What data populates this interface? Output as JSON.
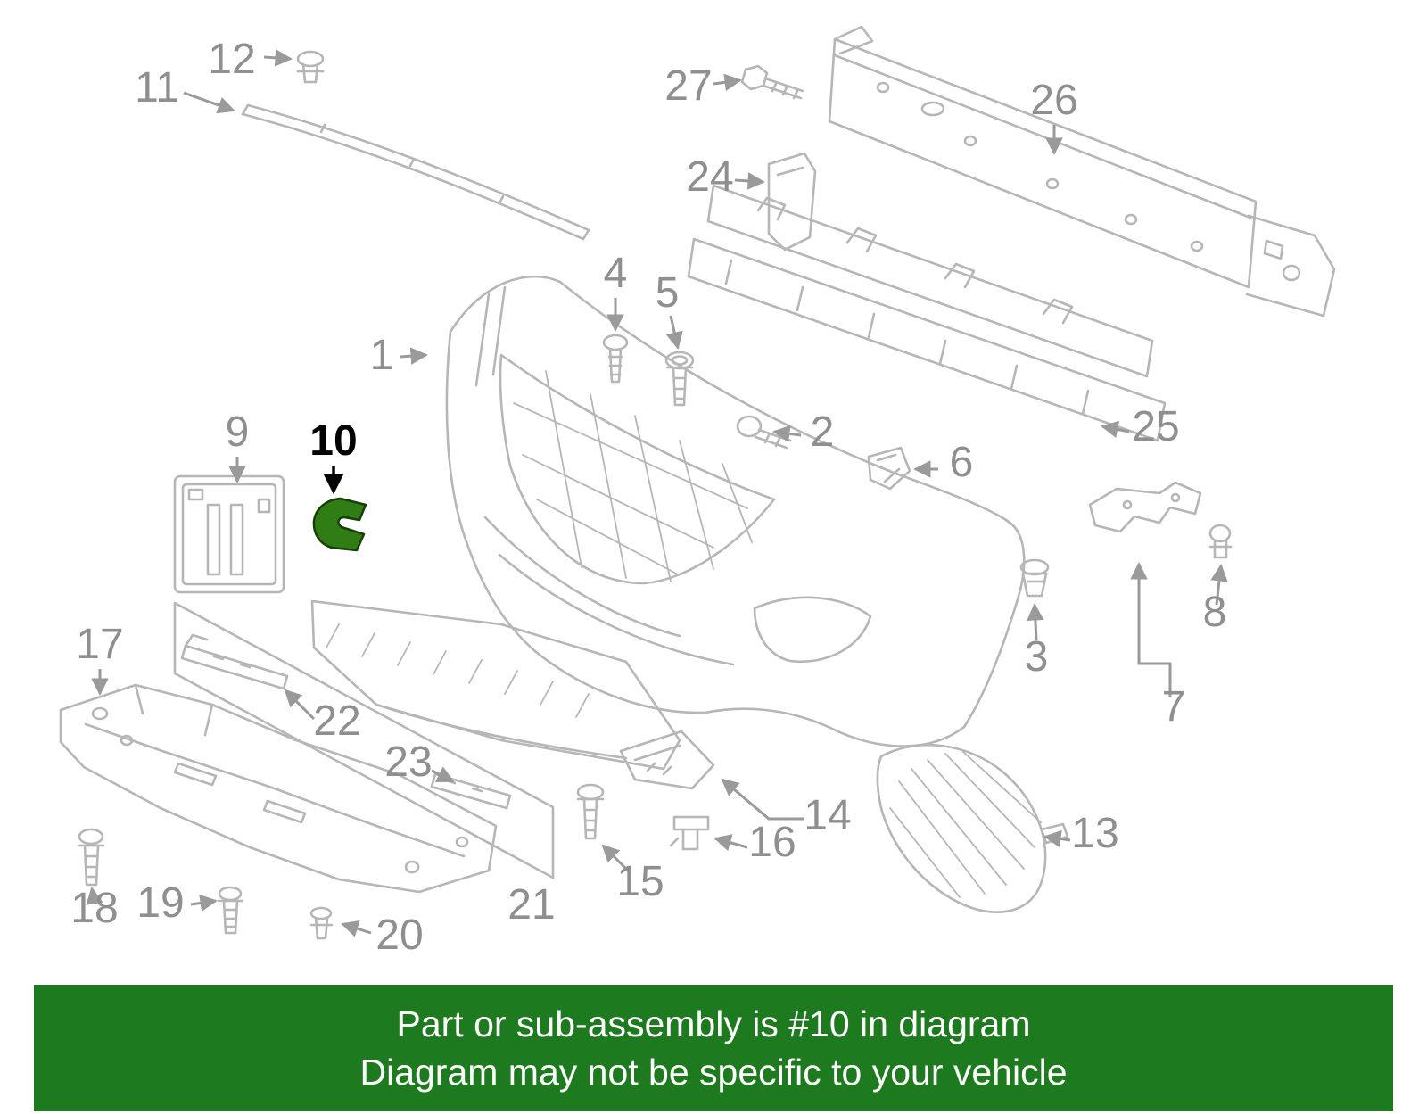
{
  "page": {
    "background": "#ffffff",
    "description": "Exploded front bumper parts diagram"
  },
  "diagram": {
    "highlighted_part": "10",
    "colors": {
      "line": "#b6b6b6",
      "leader": "#9a9a9a",
      "callout_text": "#8f8f8f",
      "highlight_callout": "#000000",
      "highlight_fill": "#2f7d14",
      "highlight_stroke": "#173f08"
    },
    "callouts": [
      {
        "label": "1"
      },
      {
        "label": "2"
      },
      {
        "label": "3"
      },
      {
        "label": "4"
      },
      {
        "label": "5"
      },
      {
        "label": "6"
      },
      {
        "label": "7"
      },
      {
        "label": "8"
      },
      {
        "label": "9"
      },
      {
        "label": "10"
      },
      {
        "label": "11"
      },
      {
        "label": "12"
      },
      {
        "label": "13"
      },
      {
        "label": "14"
      },
      {
        "label": "15"
      },
      {
        "label": "16"
      },
      {
        "label": "17"
      },
      {
        "label": "18"
      },
      {
        "label": "19"
      },
      {
        "label": "20"
      },
      {
        "label": "21"
      },
      {
        "label": "22"
      },
      {
        "label": "23"
      },
      {
        "label": "24"
      },
      {
        "label": "25"
      },
      {
        "label": "26"
      },
      {
        "label": "27"
      }
    ]
  },
  "banner": {
    "background": "#1e7a1e",
    "text_color": "#ffffff",
    "line1": "Part or sub-assembly is #10 in diagram",
    "line2": "Diagram may not be specific to your vehicle"
  }
}
